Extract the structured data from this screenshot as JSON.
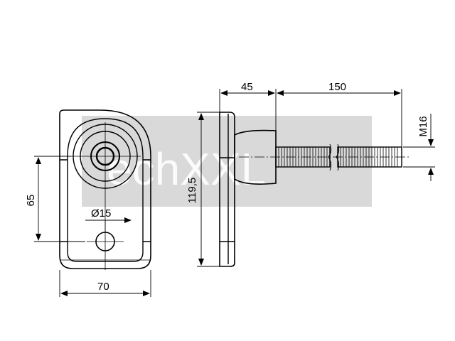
{
  "watermark": {
    "text": "echXXL",
    "box_color": "#d9d9d9"
  },
  "front_view": {
    "width_label": "70",
    "height_label": "65",
    "hole_label": "Ø15"
  },
  "side_view": {
    "height_label": "119,5",
    "offset_label": "45",
    "bolt_length_label": "150",
    "thread_label": "M16"
  },
  "colors": {
    "line": "#000000",
    "background": "#ffffff",
    "watermark_box": "#d9d9d9"
  }
}
